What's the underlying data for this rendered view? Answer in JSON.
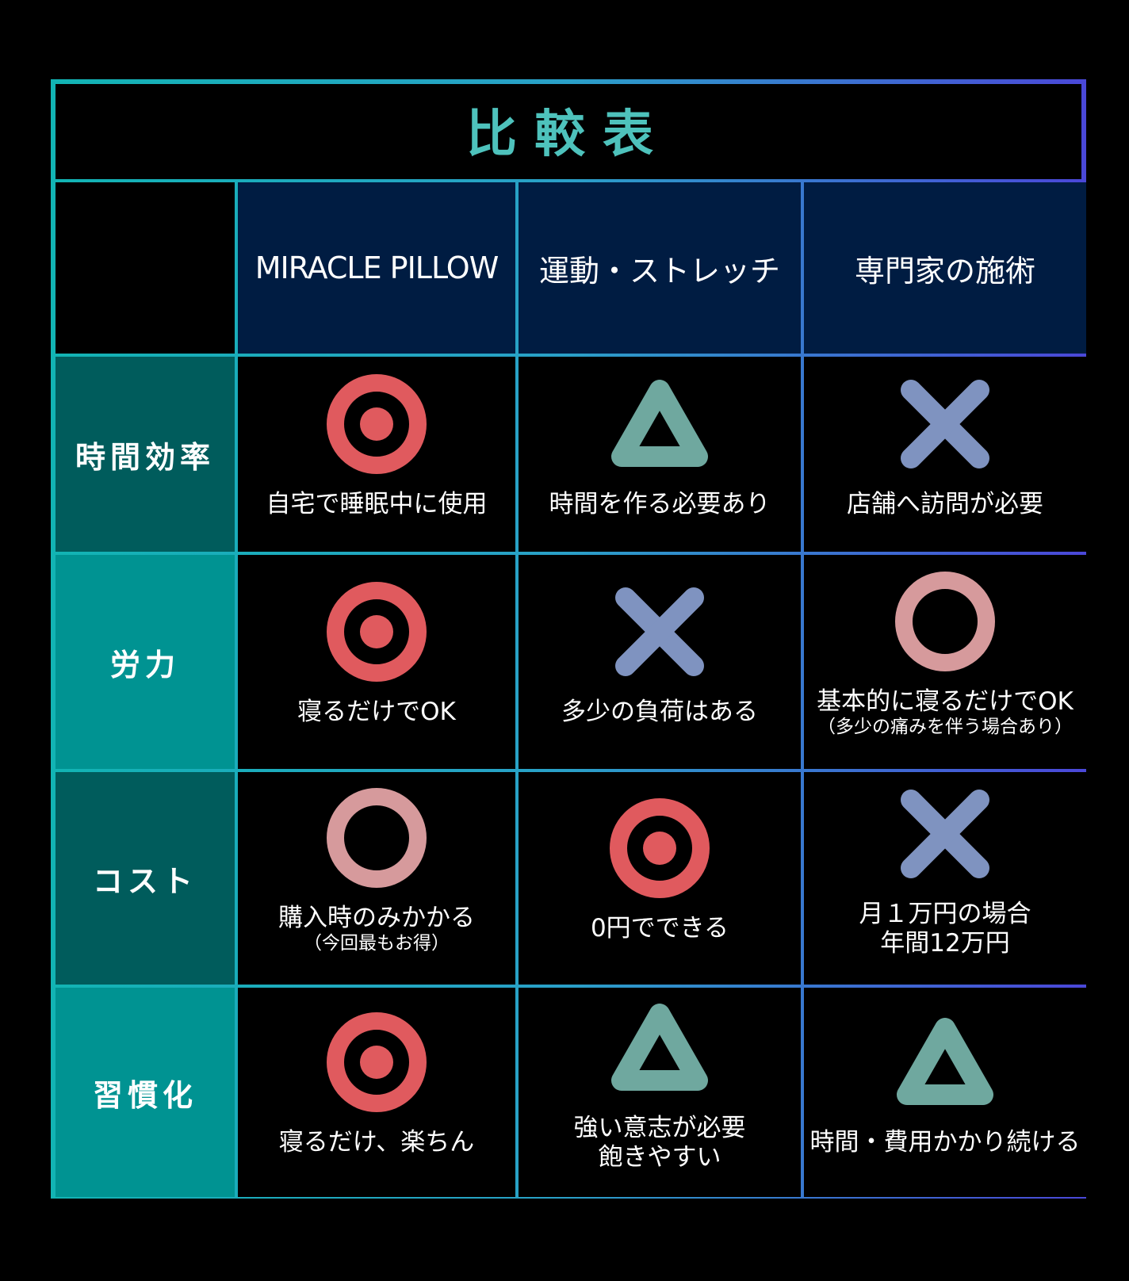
{
  "title": "比較表",
  "columns": [
    "MIRACLE PILLOW",
    "運動・ストレッチ",
    "専門家の施術"
  ],
  "rows": [
    {
      "label": "時間効率",
      "cells": [
        {
          "symbol": "double-circle",
          "text": "自宅で睡眠中に使用",
          "sub": ""
        },
        {
          "symbol": "triangle",
          "text": "時間を作る必要あり",
          "sub": ""
        },
        {
          "symbol": "cross",
          "text": "店舗へ訪問が必要",
          "sub": ""
        }
      ]
    },
    {
      "label": "労力",
      "cells": [
        {
          "symbol": "double-circle",
          "text": "寝るだけでOK",
          "sub": ""
        },
        {
          "symbol": "cross",
          "text": "多少の負荷はある",
          "sub": ""
        },
        {
          "symbol": "circle",
          "text": "基本的に寝るだけでOK",
          "sub": "（多少の痛みを伴う場合あり）"
        }
      ]
    },
    {
      "label": "コスト",
      "cells": [
        {
          "symbol": "circle",
          "text": "購入時のみかかる",
          "sub": "（今回最もお得）"
        },
        {
          "symbol": "double-circle",
          "text": "0円でできる",
          "sub": ""
        },
        {
          "symbol": "cross",
          "text": "月１万円の場合",
          "sub": "年間12万円"
        }
      ]
    },
    {
      "label": "習慣化",
      "cells": [
        {
          "symbol": "double-circle",
          "text": "寝るだけ、楽ちん",
          "sub": ""
        },
        {
          "symbol": "triangle",
          "text": "強い意志が必要",
          "sub": "飽きやすい"
        },
        {
          "symbol": "triangle",
          "text": "時間・費用かかり続ける",
          "sub": ""
        }
      ]
    }
  ],
  "colors": {
    "title": "#4ec2bc",
    "header_bg": "#001c42",
    "double_circle": "#e05a5e",
    "circle": "#d69a9c",
    "triangle": "#6fa89f",
    "cross": "#7f93c0"
  }
}
